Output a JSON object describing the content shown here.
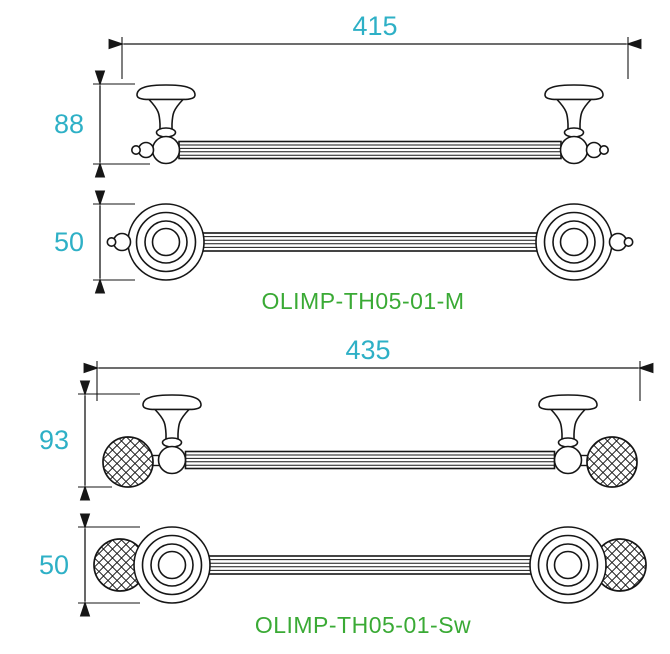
{
  "colors": {
    "dimension_text": "#2eb0c6",
    "product_label": "#3aaa35",
    "line": "#161616"
  },
  "products": [
    {
      "name": "OLIMP-TH05-01-M",
      "width_mm": "415",
      "side_height_mm": "88",
      "front_height_mm": "50"
    },
    {
      "name": "OLIMP-TH05-01-Sw",
      "width_mm": "435",
      "side_height_mm": "93",
      "front_height_mm": "50"
    }
  ]
}
